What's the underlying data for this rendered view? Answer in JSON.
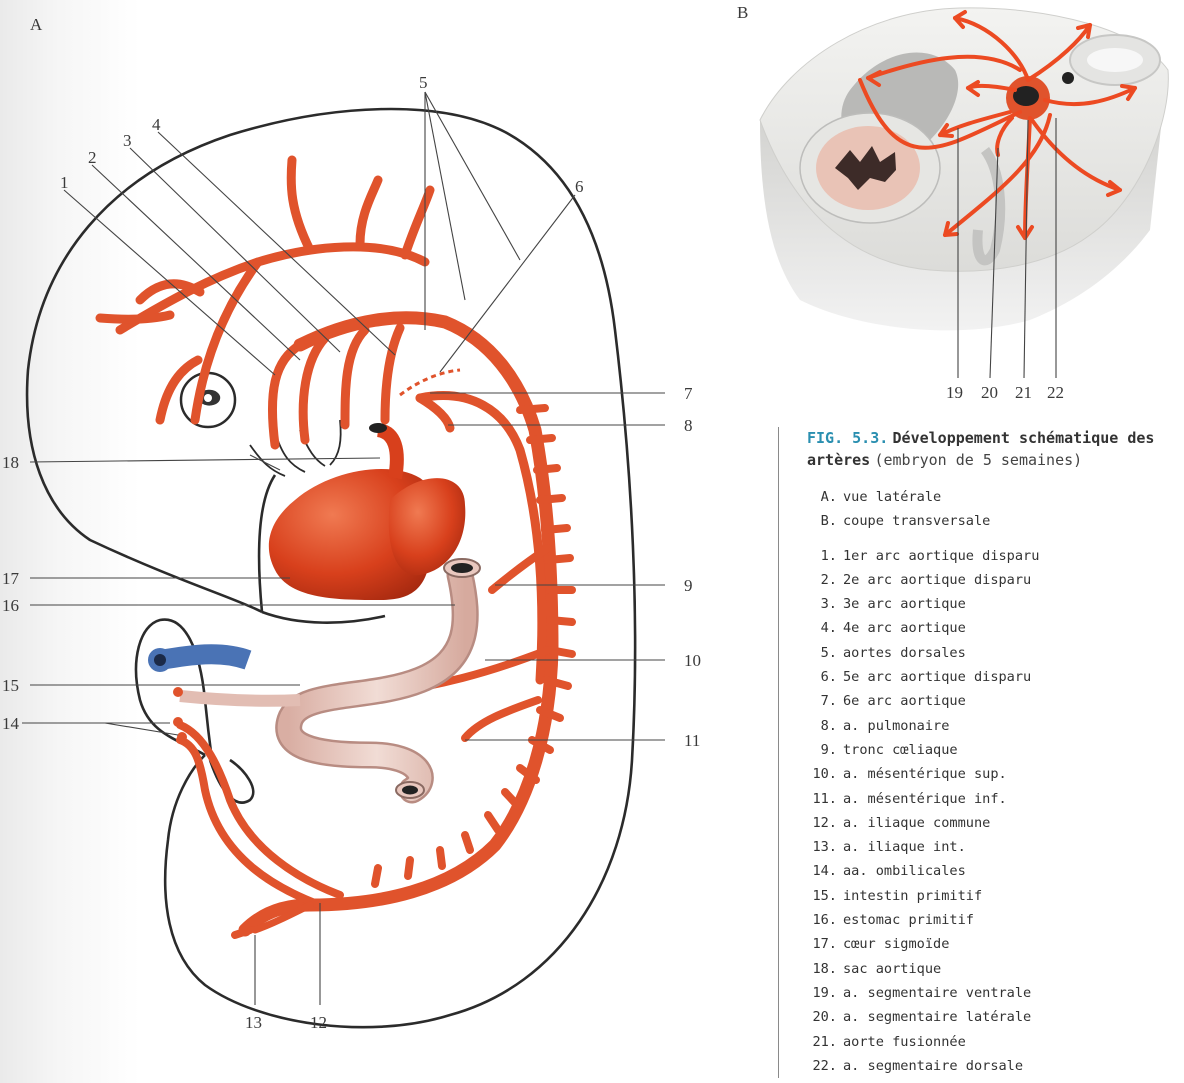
{
  "panels": {
    "a": "A",
    "b": "B"
  },
  "callouts_a": [
    "1",
    "2",
    "3",
    "4",
    "5",
    "6",
    "7",
    "8",
    "9",
    "10",
    "11",
    "12",
    "13",
    "14",
    "15",
    "16",
    "17",
    "18"
  ],
  "callouts_b": [
    "19",
    "20",
    "21",
    "22"
  ],
  "caption": {
    "fig_num": "FIG. 5.3.",
    "title": "Développement schématique des artères",
    "subtitle": "(embryon de 5 semaines)"
  },
  "views": [
    {
      "key": "A.",
      "text": "vue latérale"
    },
    {
      "key": "B.",
      "text": "coupe transversale"
    }
  ],
  "legend": [
    {
      "n": "1.",
      "text": "1er arc aortique disparu"
    },
    {
      "n": "2.",
      "text": "2e arc aortique disparu"
    },
    {
      "n": "3.",
      "text": "3e arc aortique"
    },
    {
      "n": "4.",
      "text": "4e arc aortique"
    },
    {
      "n": "5.",
      "text": "aortes dorsales"
    },
    {
      "n": "6.",
      "text": "5e arc aortique disparu"
    },
    {
      "n": "7.",
      "text": "6e arc aortique"
    },
    {
      "n": "8.",
      "text": "a. pulmonaire"
    },
    {
      "n": "9.",
      "text": "tronc cœliaque"
    },
    {
      "n": "10.",
      "text": "a. mésentérique sup."
    },
    {
      "n": "11.",
      "text": "a. mésentérique inf."
    },
    {
      "n": "12.",
      "text": "a. iliaque commune"
    },
    {
      "n": "13.",
      "text": "a. iliaque int."
    },
    {
      "n": "14.",
      "text": "aa. ombilicales"
    },
    {
      "n": "15.",
      "text": "intestin primitif"
    },
    {
      "n": "16.",
      "text": "estomac primitif"
    },
    {
      "n": "17.",
      "text": "cœur sigmoïde"
    },
    {
      "n": "18.",
      "text": "sac aortique"
    },
    {
      "n": "19.",
      "text": "a. segmentaire ventrale"
    },
    {
      "n": "20.",
      "text": "a. segmentaire latérale"
    },
    {
      "n": "21.",
      "text": "aorte fusionnée"
    },
    {
      "n": "22.",
      "text": "a. segmentaire dorsale"
    }
  ],
  "colors": {
    "artery": "#e0532c",
    "heart": "#d8401c",
    "gut": "#e9c8bf",
    "vein": "#4a73b5",
    "accent": "#2a8fb0"
  }
}
